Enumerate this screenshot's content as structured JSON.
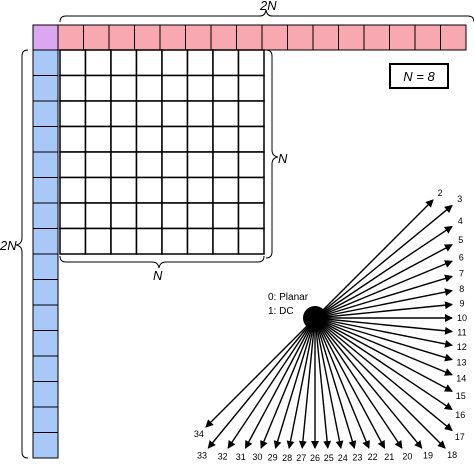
{
  "labels": {
    "top_brace": "2N",
    "left_brace": "2N",
    "right_brace": "N",
    "bottom_brace": "N",
    "n_box": "N = 8",
    "planar": "0: Planar",
    "dc": "1: DC"
  },
  "colors": {
    "corner": "#d9a8f0",
    "top_ref": "#f7a8b0",
    "left_ref": "#a8c8f7",
    "block_fill": "#ffffff",
    "line": "#000000"
  },
  "grid": {
    "block_size": 8,
    "top_ref_count": 16,
    "left_ref_count": 16
  },
  "angular_modes": [
    "2",
    "3",
    "4",
    "5",
    "6",
    "7",
    "8",
    "9",
    "10",
    "11",
    "12",
    "13",
    "14",
    "15",
    "16",
    "17",
    "18",
    "19",
    "20",
    "21",
    "22",
    "23",
    "24",
    "25",
    "26",
    "27",
    "28",
    "29",
    "30",
    "31",
    "32",
    "33",
    "34"
  ]
}
